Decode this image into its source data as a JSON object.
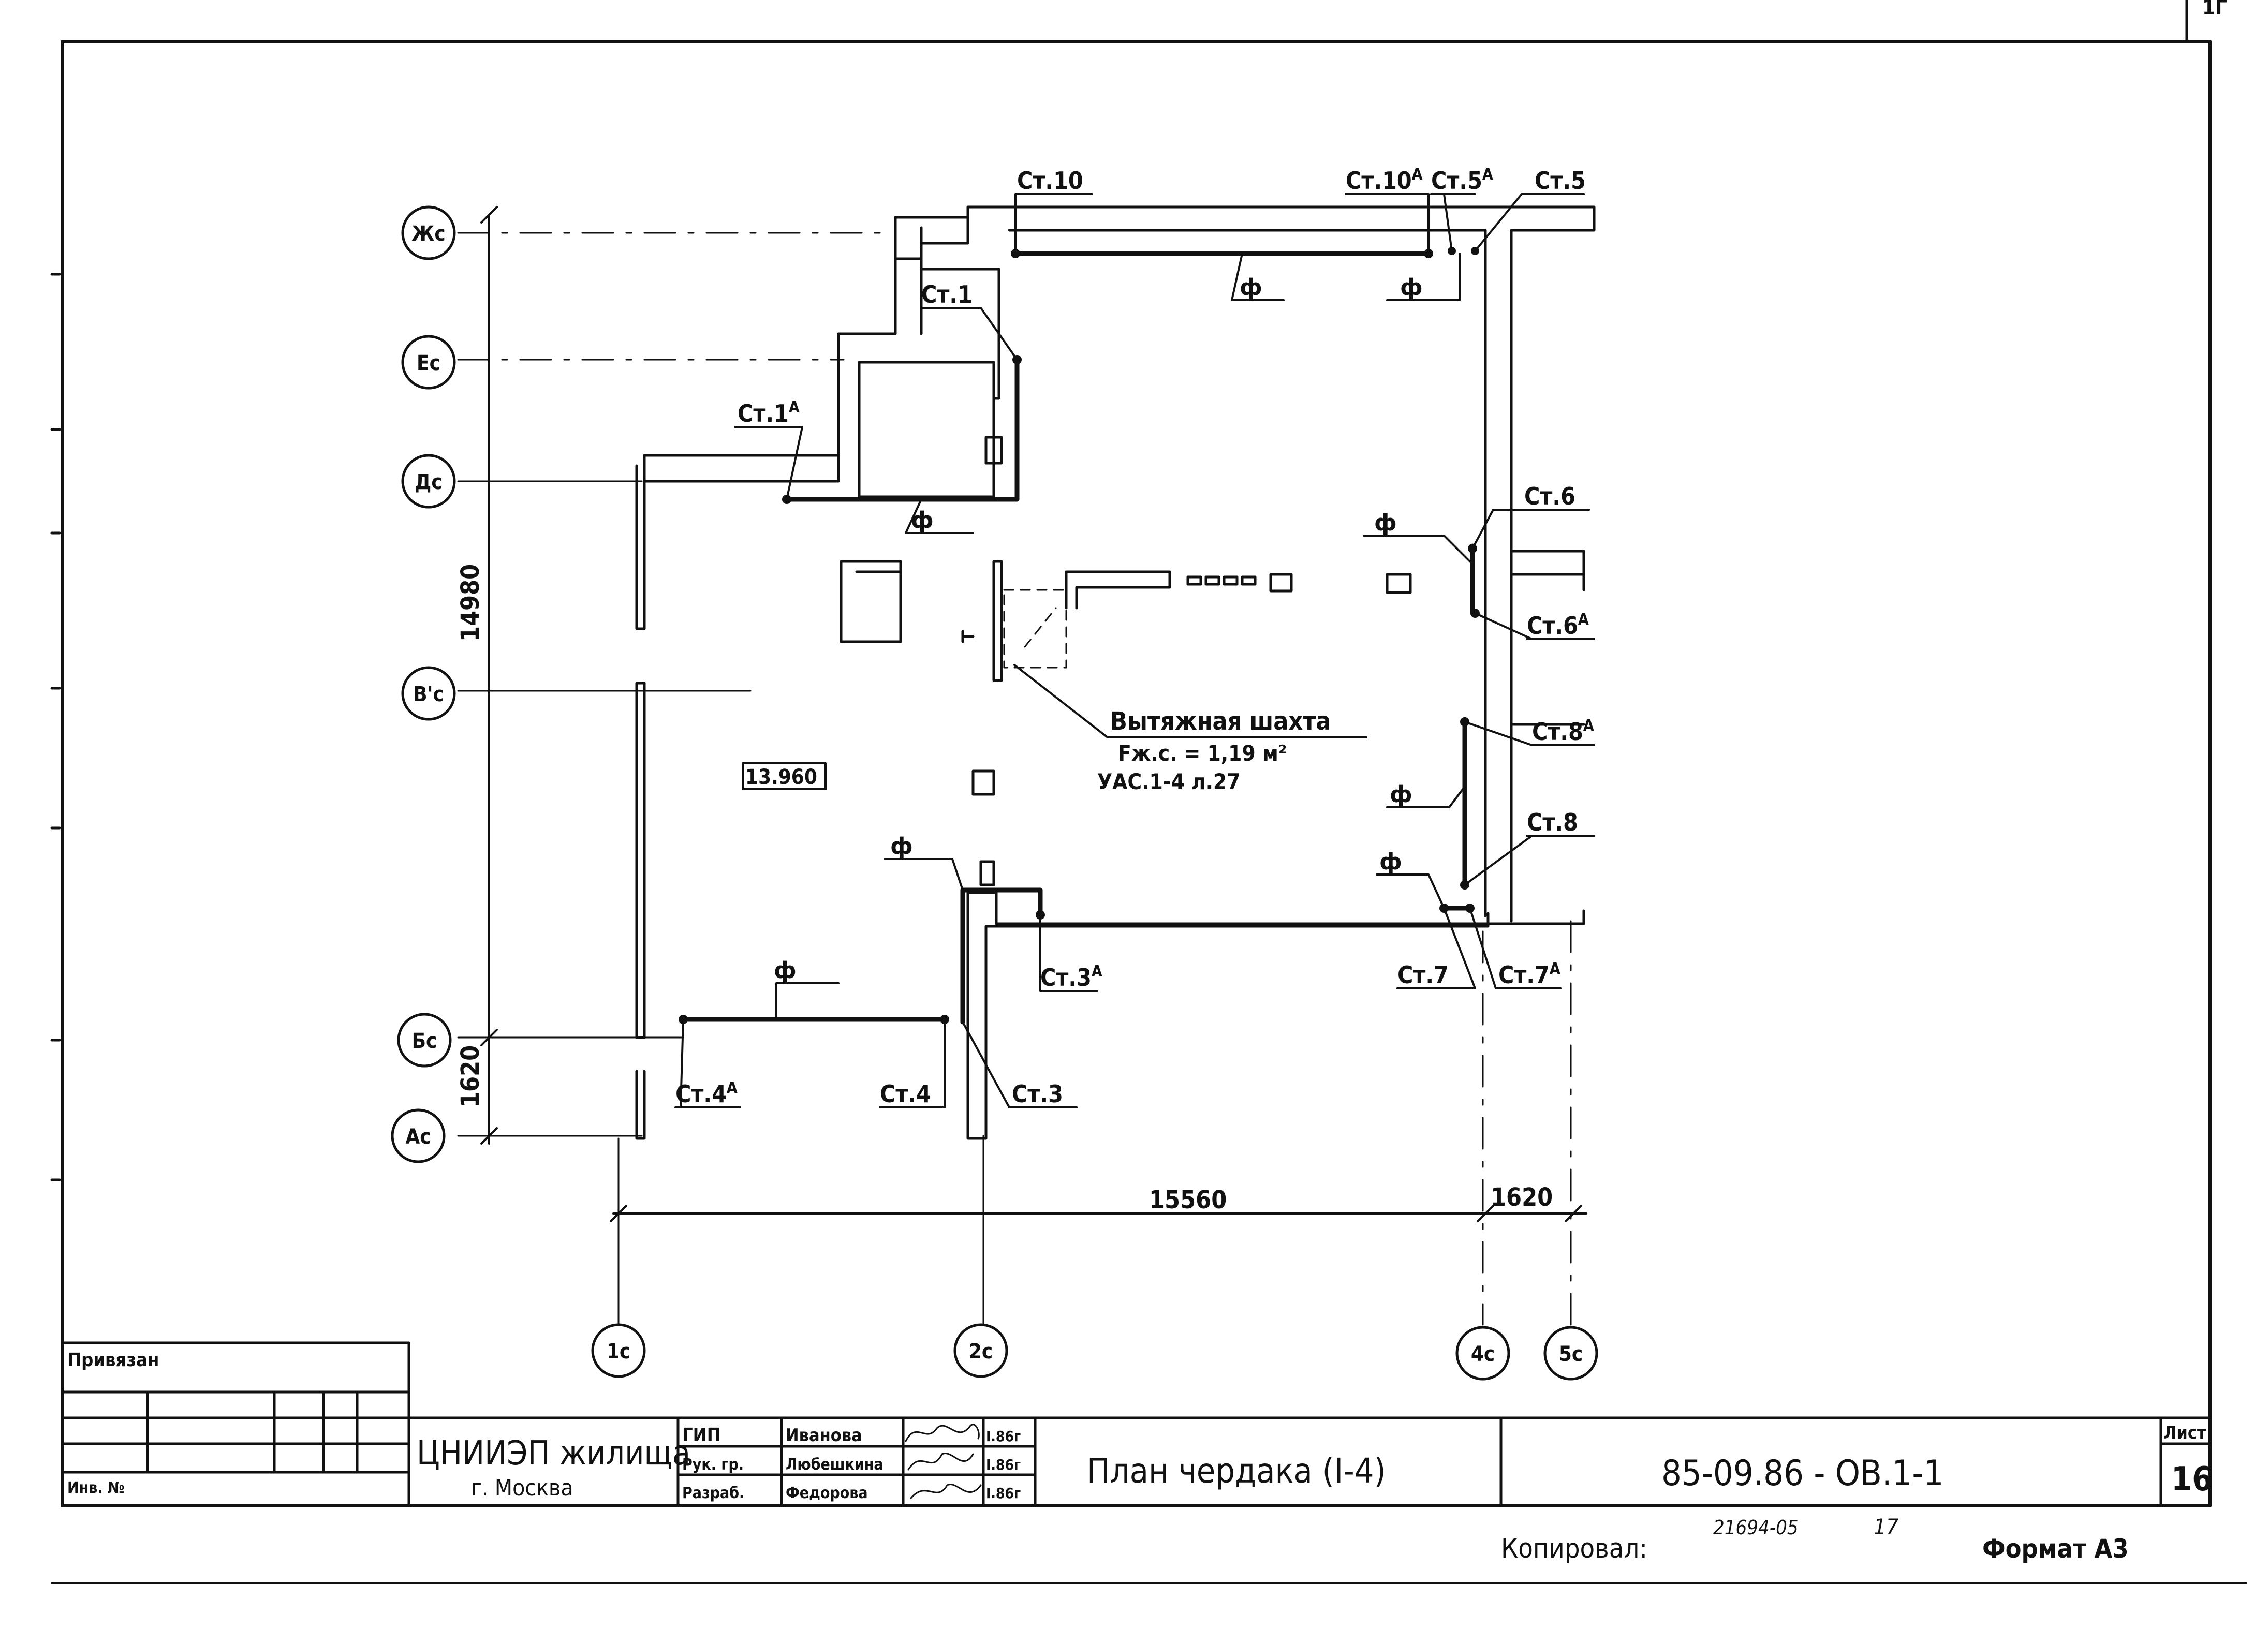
{
  "sheet_corner_mark": "1Г",
  "axes_rows": [
    {
      "id": "row-zh",
      "label": "Жс"
    },
    {
      "id": "row-e",
      "label": "Ес"
    },
    {
      "id": "row-d",
      "label": "Дс"
    },
    {
      "id": "row-v",
      "label": "В'с"
    },
    {
      "id": "row-b",
      "label": "Бс"
    },
    {
      "id": "row-a",
      "label": "Ас"
    }
  ],
  "axes_cols": [
    {
      "id": "col-1",
      "label": "1с"
    },
    {
      "id": "col-2",
      "label": "2с"
    },
    {
      "id": "col-4",
      "label": "4с"
    },
    {
      "id": "col-5",
      "label": "5с"
    }
  ],
  "dimensions": {
    "vertical_total": "14980",
    "vertical_bottom": "1620",
    "horizontal_main": "15560",
    "horizontal_right": "1620"
  },
  "elevation_mark": "13.960",
  "risers": {
    "st10": "Ст.10",
    "st10a": "Ст.10",
    "st10a_sup": "А",
    "st5a": "Ст.5",
    "st5a_sup": "А",
    "st5": "Ст.5",
    "st1": "Ст.1",
    "st1a": "Ст.1",
    "st1a_sup": "А",
    "st6": "Ст.6",
    "st6a": "Ст.6",
    "st6a_sup": "А",
    "st8a": "Ст.8",
    "st8a_sup": "А",
    "st8": "Ст.8",
    "st3a": "Ст.3",
    "st3a_sup": "А",
    "st7": "Ст.7",
    "st7a": "Ст.7",
    "st7a_sup": "А",
    "st4a": "Ст.4",
    "st4a_sup": "А",
    "st4": "Ст.4",
    "st3": "Ст.3"
  },
  "diameter_symbol": "ф",
  "shaft_note": {
    "title": "Вытяжная шахта",
    "area": "Fж.с. = 1,19 м²",
    "reference": "УАС.1-4  л.27"
  },
  "title_block": {
    "privyazan": "Привязан",
    "inv_no": "Инв. №",
    "org_name": "ЦНИИЭП жилища",
    "org_city": "г. Москва",
    "roles": [
      "ГИП",
      "Рук. гр.",
      "Разраб."
    ],
    "names": [
      "Иванова",
      "Любешкина",
      "Федорова"
    ],
    "dates": [
      "I.86г",
      "I.86г",
      "I.86г"
    ],
    "drawing_title": "План чердака (I-4)",
    "drawing_code": "85-09.86 - ОВ.1-1",
    "sheet_label": "Лист",
    "sheet_no": "16"
  },
  "footer": {
    "copied_label": "Копировал:",
    "copy_no": "21694-05",
    "copy_sheet": "17",
    "format": "Формат А3"
  }
}
